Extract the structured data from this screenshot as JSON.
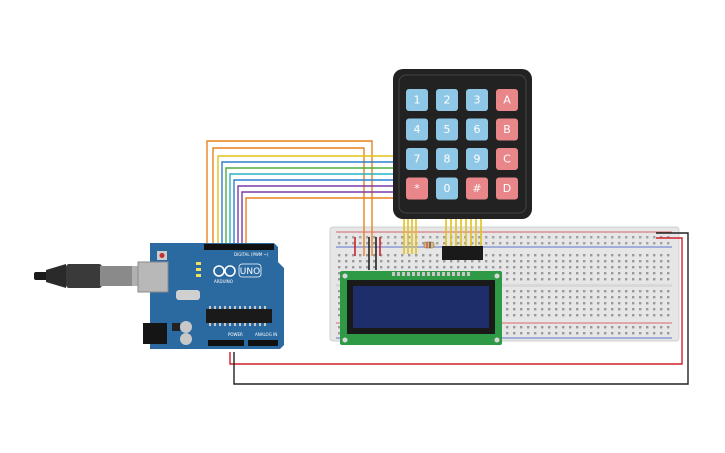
{
  "scene": {
    "keypad": {
      "rows": [
        [
          {
            "label": "1",
            "type": "num"
          },
          {
            "label": "2",
            "type": "num"
          },
          {
            "label": "3",
            "type": "num"
          },
          {
            "label": "A",
            "type": "func"
          }
        ],
        [
          {
            "label": "4",
            "type": "num"
          },
          {
            "label": "5",
            "type": "num"
          },
          {
            "label": "6",
            "type": "num"
          },
          {
            "label": "B",
            "type": "func"
          }
        ],
        [
          {
            "label": "7",
            "type": "num"
          },
          {
            "label": "8",
            "type": "num"
          },
          {
            "label": "9",
            "type": "num"
          },
          {
            "label": "C",
            "type": "func"
          }
        ],
        [
          {
            "label": "*",
            "type": "func"
          },
          {
            "label": "0",
            "type": "num"
          },
          {
            "label": "#",
            "type": "func"
          },
          {
            "label": "D",
            "type": "func"
          }
        ]
      ]
    },
    "arduino": {
      "model_label": "UNO",
      "brand_label": "ARDUINO",
      "digital_label": "DIGITAL (PWM ~)",
      "power_label": "POWER",
      "analog_label": "ANALOG IN"
    },
    "colors": {
      "keypad_body": "#222222",
      "key_num": "#8fc8e6",
      "key_func": "#e9868a",
      "arduino_board": "#2a6aa0",
      "breadboard": "#e6e6e6",
      "lcd_pcb": "#2f9a45",
      "lcd_screen": "#1e2e6a",
      "wire_orange": "#e8821e",
      "wire_yellow": "#e2c21a",
      "wire_green": "#4fae3a",
      "wire_blue": "#2b7fd0",
      "wire_cyan": "#2bb0c0",
      "wire_purple": "#7a3aa8",
      "wire_red": "#d0202a",
      "wire_black": "#222222"
    }
  }
}
